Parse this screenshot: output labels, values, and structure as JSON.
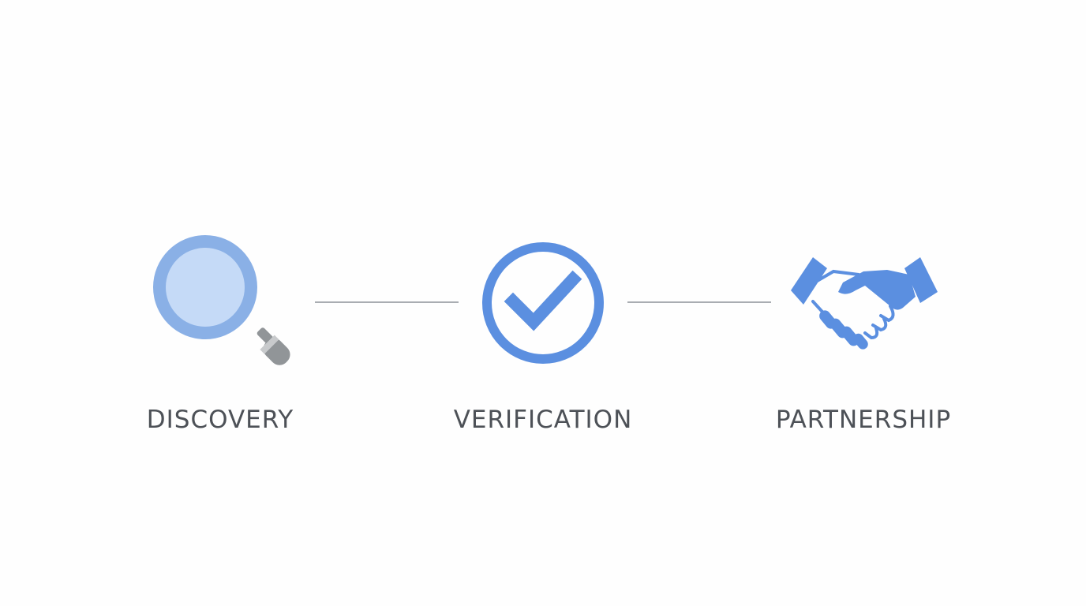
{
  "steps": [
    {
      "label": "DISCOVERY",
      "icon": "magnifying-glass-icon"
    },
    {
      "label": "VERIFICATION",
      "icon": "check-circle-icon"
    },
    {
      "label": "PARTNERSHIP",
      "icon": "handshake-icon"
    }
  ],
  "colors": {
    "accent": "#5b8fe0",
    "accent_light": "#c5daf7",
    "accent_mid": "#8ab0e6",
    "handle_gray": "#919598",
    "connector": "#a9adb2",
    "label_text": "#4d5157"
  }
}
